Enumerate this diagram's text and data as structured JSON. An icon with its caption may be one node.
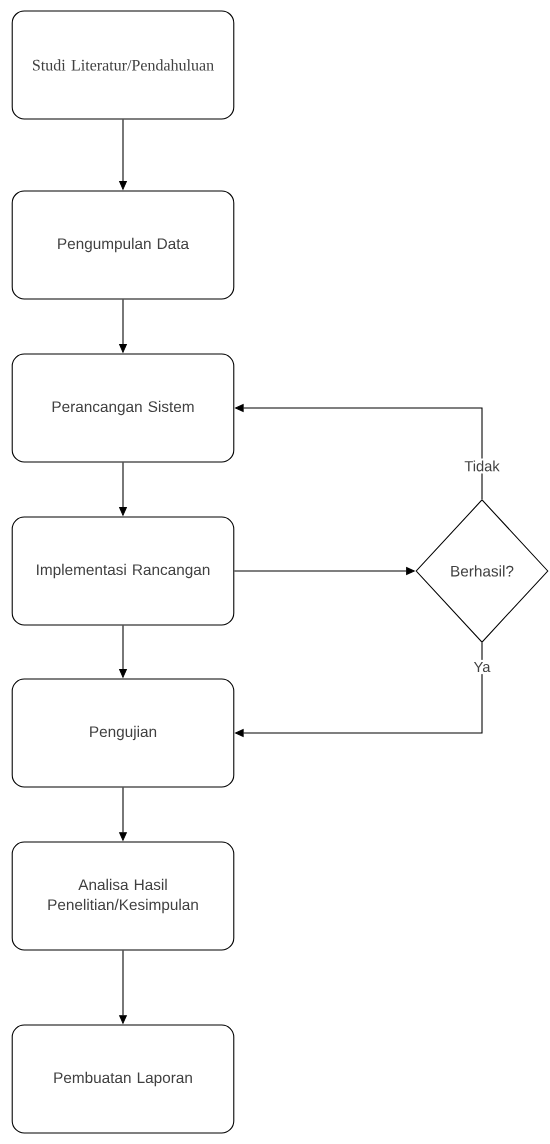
{
  "diagram": {
    "nodes": [
      {
        "text": [
          "Studi Literatur/Pendahuluan"
        ]
      },
      {
        "text": [
          "Pengumpulan Data"
        ]
      },
      {
        "text": [
          "Perancangan Sistem"
        ]
      },
      {
        "text": [
          "Implementasi Rancangan"
        ]
      },
      {
        "text": [
          "Pengujian"
        ]
      },
      {
        "text": [
          "Analisa Hasil Penelitian/Kesimpulan"
        ]
      },
      {
        "text": [
          "Pembuatan Laporan"
        ]
      },
      {
        "text": [
          "Berhasil?"
        ]
      }
    ],
    "edges": [
      {
        "from": 0,
        "to": 1,
        "arrow": "to"
      },
      {
        "from": 1,
        "to": 2,
        "arrow": "to"
      },
      {
        "from": 2,
        "to": 3,
        "arrow": "to"
      },
      {
        "from": 3,
        "to": 4,
        "arrow": "to"
      },
      {
        "from": 4,
        "to": 5,
        "arrow": "to"
      },
      {
        "from": 5,
        "to": 6,
        "arrow": "to"
      },
      {
        "from": 3,
        "to": 7,
        "arrow": "to"
      },
      {
        "from": 7,
        "to": 2,
        "arrow": "to",
        "label": "Tidak"
      },
      {
        "from": 7,
        "to": 4,
        "arrow": "to",
        "label": "Ya"
      }
    ]
  }
}
